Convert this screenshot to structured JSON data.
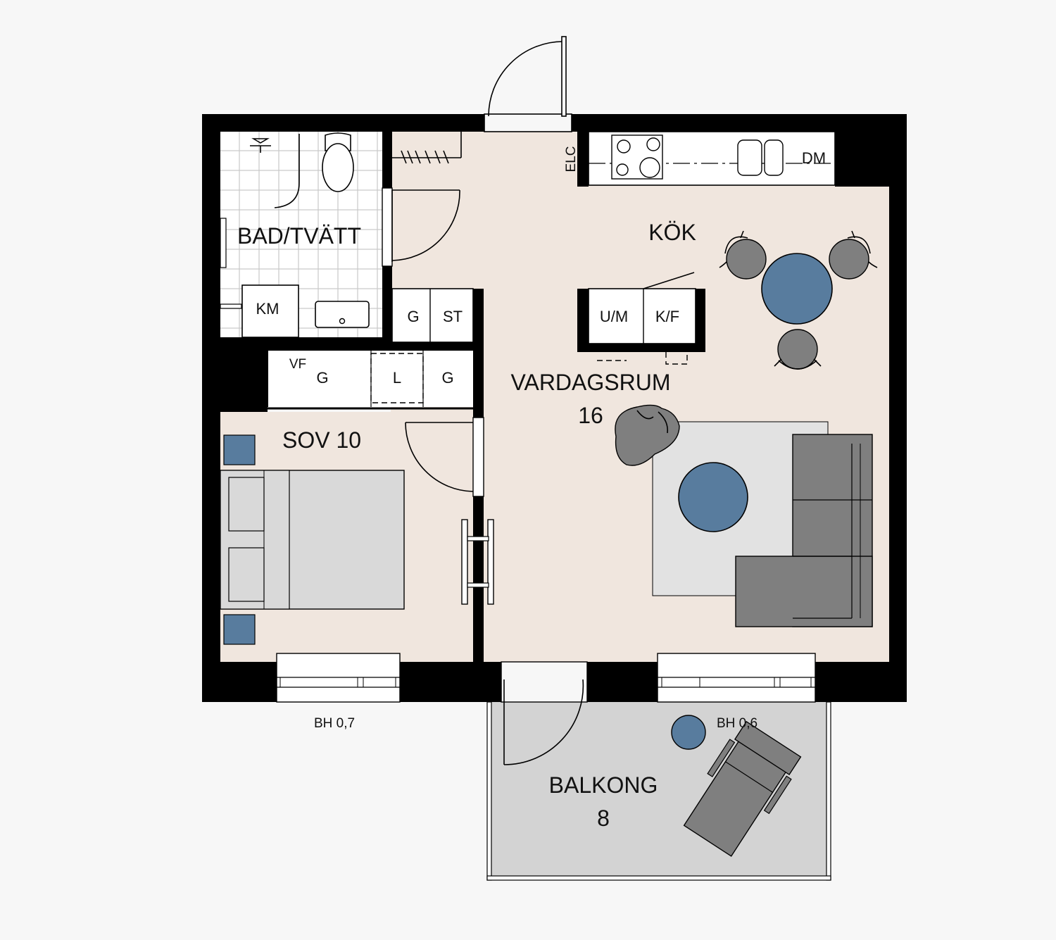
{
  "colors": {
    "background": "#f7f7f7",
    "floor": "#f0e6de",
    "bath_floor": "#ffffff",
    "balcony": "#d3d3d3",
    "wall": "#000000",
    "furniture_grey": "#7f7f7f",
    "bed_grey": "#d9d9d9",
    "rug": "#e2e2e2",
    "accent_blue": "#587c9e"
  },
  "rooms": {
    "bath": {
      "name": "BAD/TVÄTT"
    },
    "kitchen": {
      "name": "KÖK"
    },
    "living": {
      "name": "VARDAGSRUM",
      "area": "16"
    },
    "bedroom": {
      "name": "SOV 10"
    },
    "balcony": {
      "name": "BALKONG",
      "area": "8"
    }
  },
  "fixtures": {
    "km": "KM",
    "vf": "VF",
    "g": "G",
    "st": "ST",
    "l": "L",
    "um": "U/M",
    "kf": "K/F",
    "elc": "ELC",
    "dm": "DM"
  },
  "window_notes": {
    "bedroom": "BH 0,7",
    "balcony": "BH 0,6"
  }
}
